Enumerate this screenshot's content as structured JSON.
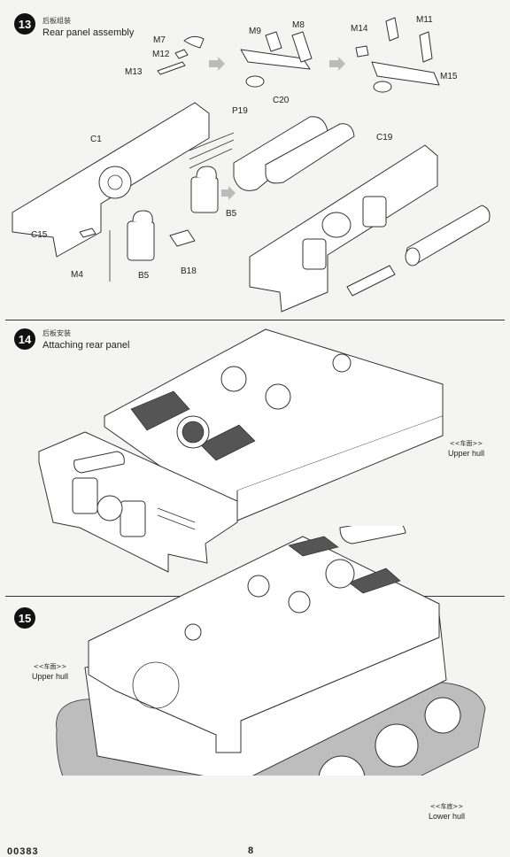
{
  "steps": [
    {
      "number": "13",
      "title_cn": "后板组装",
      "title": "Rear panel assembly",
      "labels": [
        "M7",
        "M12",
        "M13",
        "M9",
        "M8",
        "M14",
        "M11",
        "M15",
        "C1",
        "P19",
        "C20",
        "C19",
        "C15",
        "B5",
        "B5",
        "M4",
        "B18"
      ]
    },
    {
      "number": "14",
      "title_cn": "后板安装",
      "title": "Attaching rear panel",
      "notes": [
        {
          "cn": "<<车面>>",
          "text": "Upper hull"
        }
      ]
    },
    {
      "number": "15",
      "notes": [
        {
          "cn": "<<车面>>",
          "text": "Upper hull"
        },
        {
          "cn": "<<车底>>",
          "text": "Lower hull"
        }
      ]
    }
  ],
  "footer": {
    "code": "00383",
    "page": "8"
  }
}
